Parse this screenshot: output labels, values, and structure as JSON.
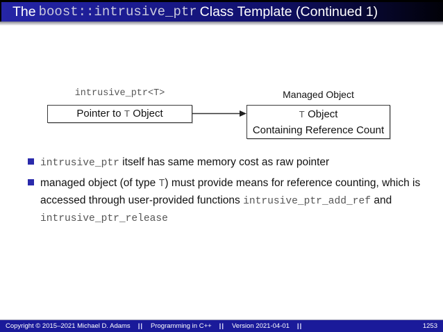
{
  "title": {
    "prefix": "The",
    "code": "boost::intrusive_ptr",
    "suffix": "Class Template (Continued 1)"
  },
  "diagram": {
    "pointer_label": "intrusive_ptr<T>",
    "managed_label": "Managed Object",
    "pointer_box": {
      "pre": "Pointer to ",
      "code": "T",
      "post": " Object"
    },
    "managed_box": {
      "code": "T",
      "post": " Object",
      "line2": "Containing Reference Count"
    }
  },
  "bullets": {
    "b1": {
      "code": "intrusive_ptr",
      "text": " itself has same memory cost as raw pointer"
    },
    "b2": {
      "l1_pre": "managed object (of type ",
      "l1_code": "T",
      "l1_post": ") must provide means for reference counting, which is accessed through user-provided functions ",
      "l3_code1": "intrusive_ptr_add_ref",
      "l3_mid": " and ",
      "l3_code2": "intrusive_ptr_release"
    }
  },
  "footer": {
    "copyright": "Copyright © 2015–2021 Michael D. Adams",
    "separator": "||",
    "course": "Programming in C++",
    "version": "Version 2021-04-01",
    "page": "1253"
  },
  "colors": {
    "title_gradient_left": "#2525a6",
    "title_gradient_right": "#010108",
    "title_code_text": "#c9c9dd",
    "footer_bar": "#1a1a9a",
    "bullet_square": "#2a2aab",
    "code_gray": "#565656"
  }
}
